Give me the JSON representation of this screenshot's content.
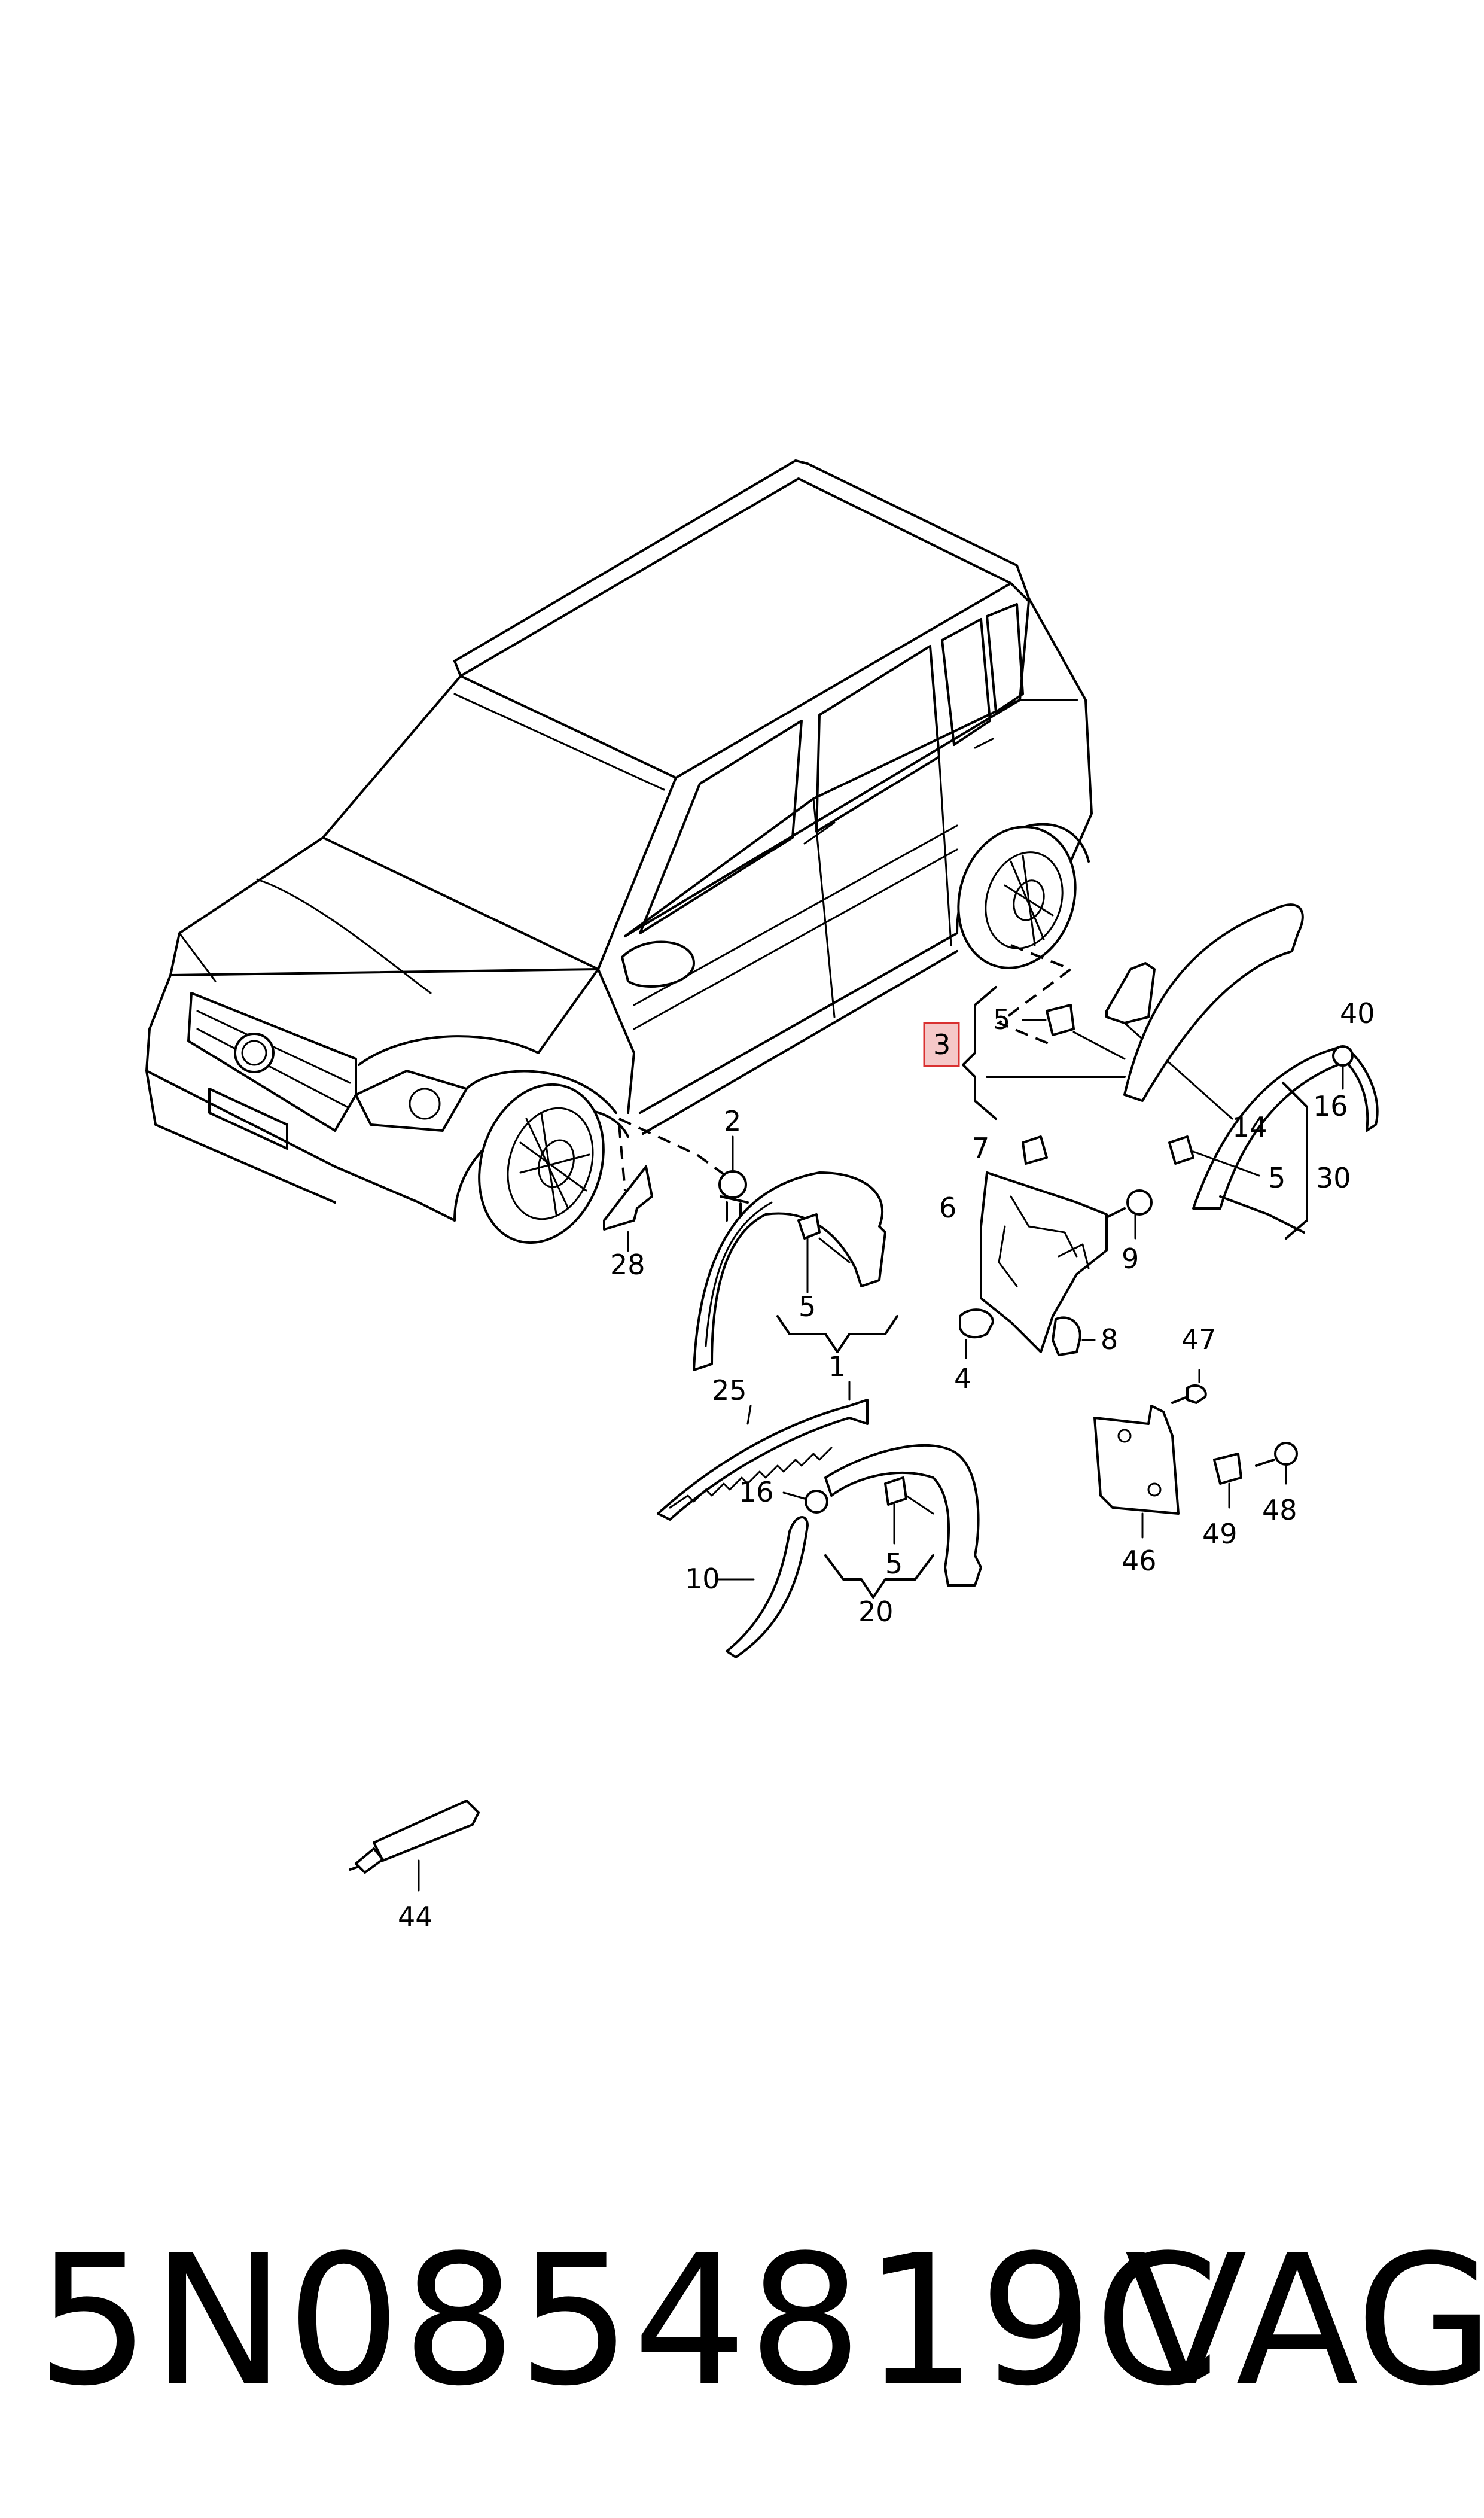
{
  "callouts": {
    "c1": "1",
    "c2": "2",
    "c3": "3",
    "c4": "4",
    "c5a": "5",
    "c5b": "5",
    "c5c": "5",
    "c5d": "5",
    "c6": "6",
    "c7": "7",
    "c8": "8",
    "c9": "9",
    "c10": "10",
    "c14": "14",
    "c16a": "16",
    "c16b": "16",
    "c20": "20",
    "c25": "25",
    "c28": "28",
    "c30": "30",
    "c40": "40",
    "c44": "44",
    "c46": "46",
    "c47": "47",
    "c48": "48",
    "c49": "49"
  },
  "highlight_color": "#f5c8c8",
  "footer": {
    "part_number": "5N0854819C",
    "brand": "VAG"
  }
}
